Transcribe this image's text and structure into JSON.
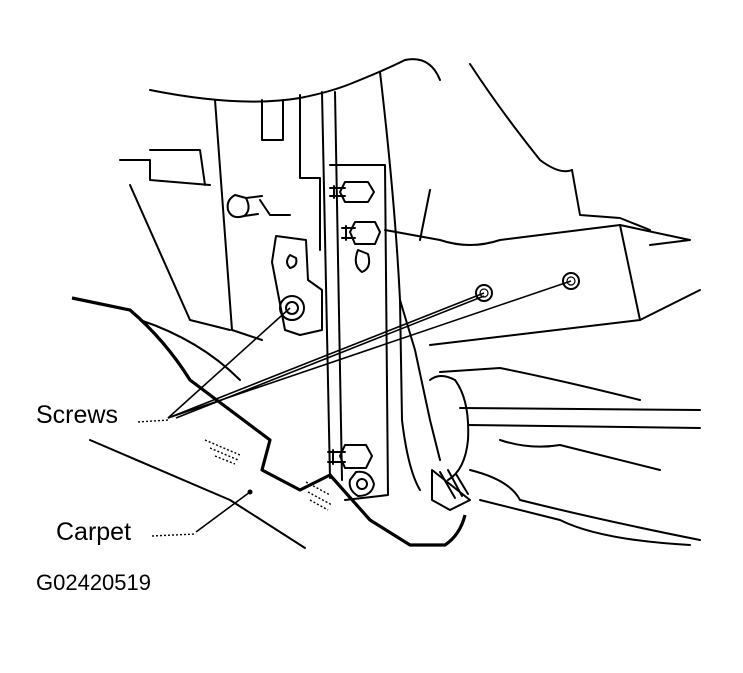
{
  "labels": {
    "screws": "Screws",
    "carpet": "Carpet",
    "figure_code": "G02420519"
  }
}
